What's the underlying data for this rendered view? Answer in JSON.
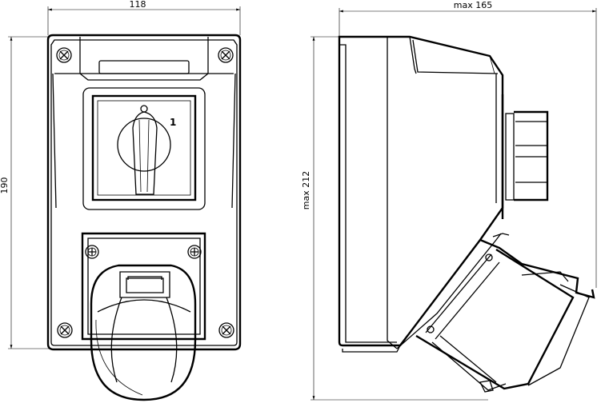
{
  "dimensions": {
    "front_width": "118",
    "front_height": "190",
    "side_depth": "max 165",
    "side_height": "max 212"
  },
  "switch": {
    "position_label": "1"
  }
}
